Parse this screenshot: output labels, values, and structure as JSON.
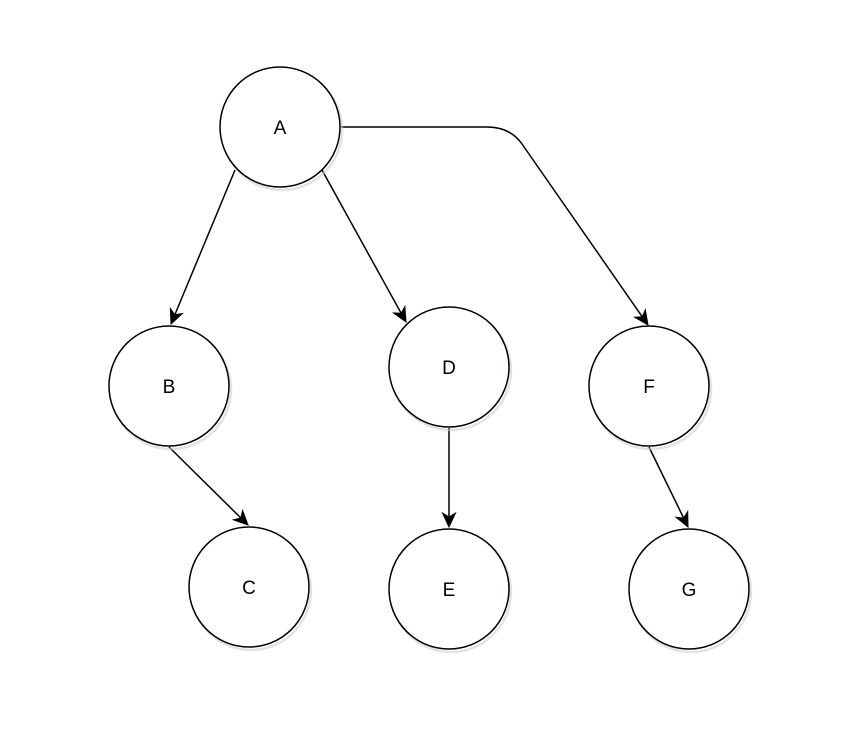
{
  "nodes": [
    {
      "id": "A",
      "label": "A"
    },
    {
      "id": "B",
      "label": "B"
    },
    {
      "id": "C",
      "label": "C"
    },
    {
      "id": "D",
      "label": "D"
    },
    {
      "id": "E",
      "label": "E"
    },
    {
      "id": "F",
      "label": "F"
    },
    {
      "id": "G",
      "label": "G"
    }
  ],
  "edges": [
    {
      "from": "A",
      "to": "B"
    },
    {
      "from": "A",
      "to": "D"
    },
    {
      "from": "A",
      "to": "F"
    },
    {
      "from": "B",
      "to": "C"
    },
    {
      "from": "D",
      "to": "E"
    },
    {
      "from": "F",
      "to": "G"
    }
  ],
  "colors": {
    "stroke": "#000000",
    "fill": "#ffffff",
    "shadow": "#c8ccd8"
  }
}
